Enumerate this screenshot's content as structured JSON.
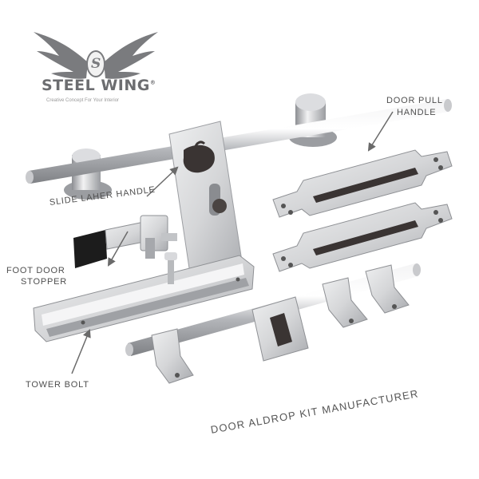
{
  "brand": {
    "name": "STEEL WING",
    "registered": "®",
    "monogram": "S",
    "tagline": "Creative Concept For Your Interior"
  },
  "labels": {
    "slide_laher_handle": "SLIDE LAHER HANDLE",
    "door_pull_handle_line1": "DOOR PULL",
    "door_pull_handle_line2": "HANDLE",
    "foot_door_stopper_line1": "FOOT DOOR",
    "foot_door_stopper_line2": "STOPPER",
    "tower_bolt": "TOWER BOLT",
    "kit_caption": "DOOR ALDROP KIT MANUFACTURER"
  },
  "colors": {
    "steel_light": "#e6e6e8",
    "steel_mid": "#b9bbbe",
    "steel_dark": "#8a8c90",
    "insert_dark": "#3a3433",
    "rubber": "#1c1c1c",
    "label_text": "#4f4f4f",
    "arrow": "#6a6a6a"
  }
}
